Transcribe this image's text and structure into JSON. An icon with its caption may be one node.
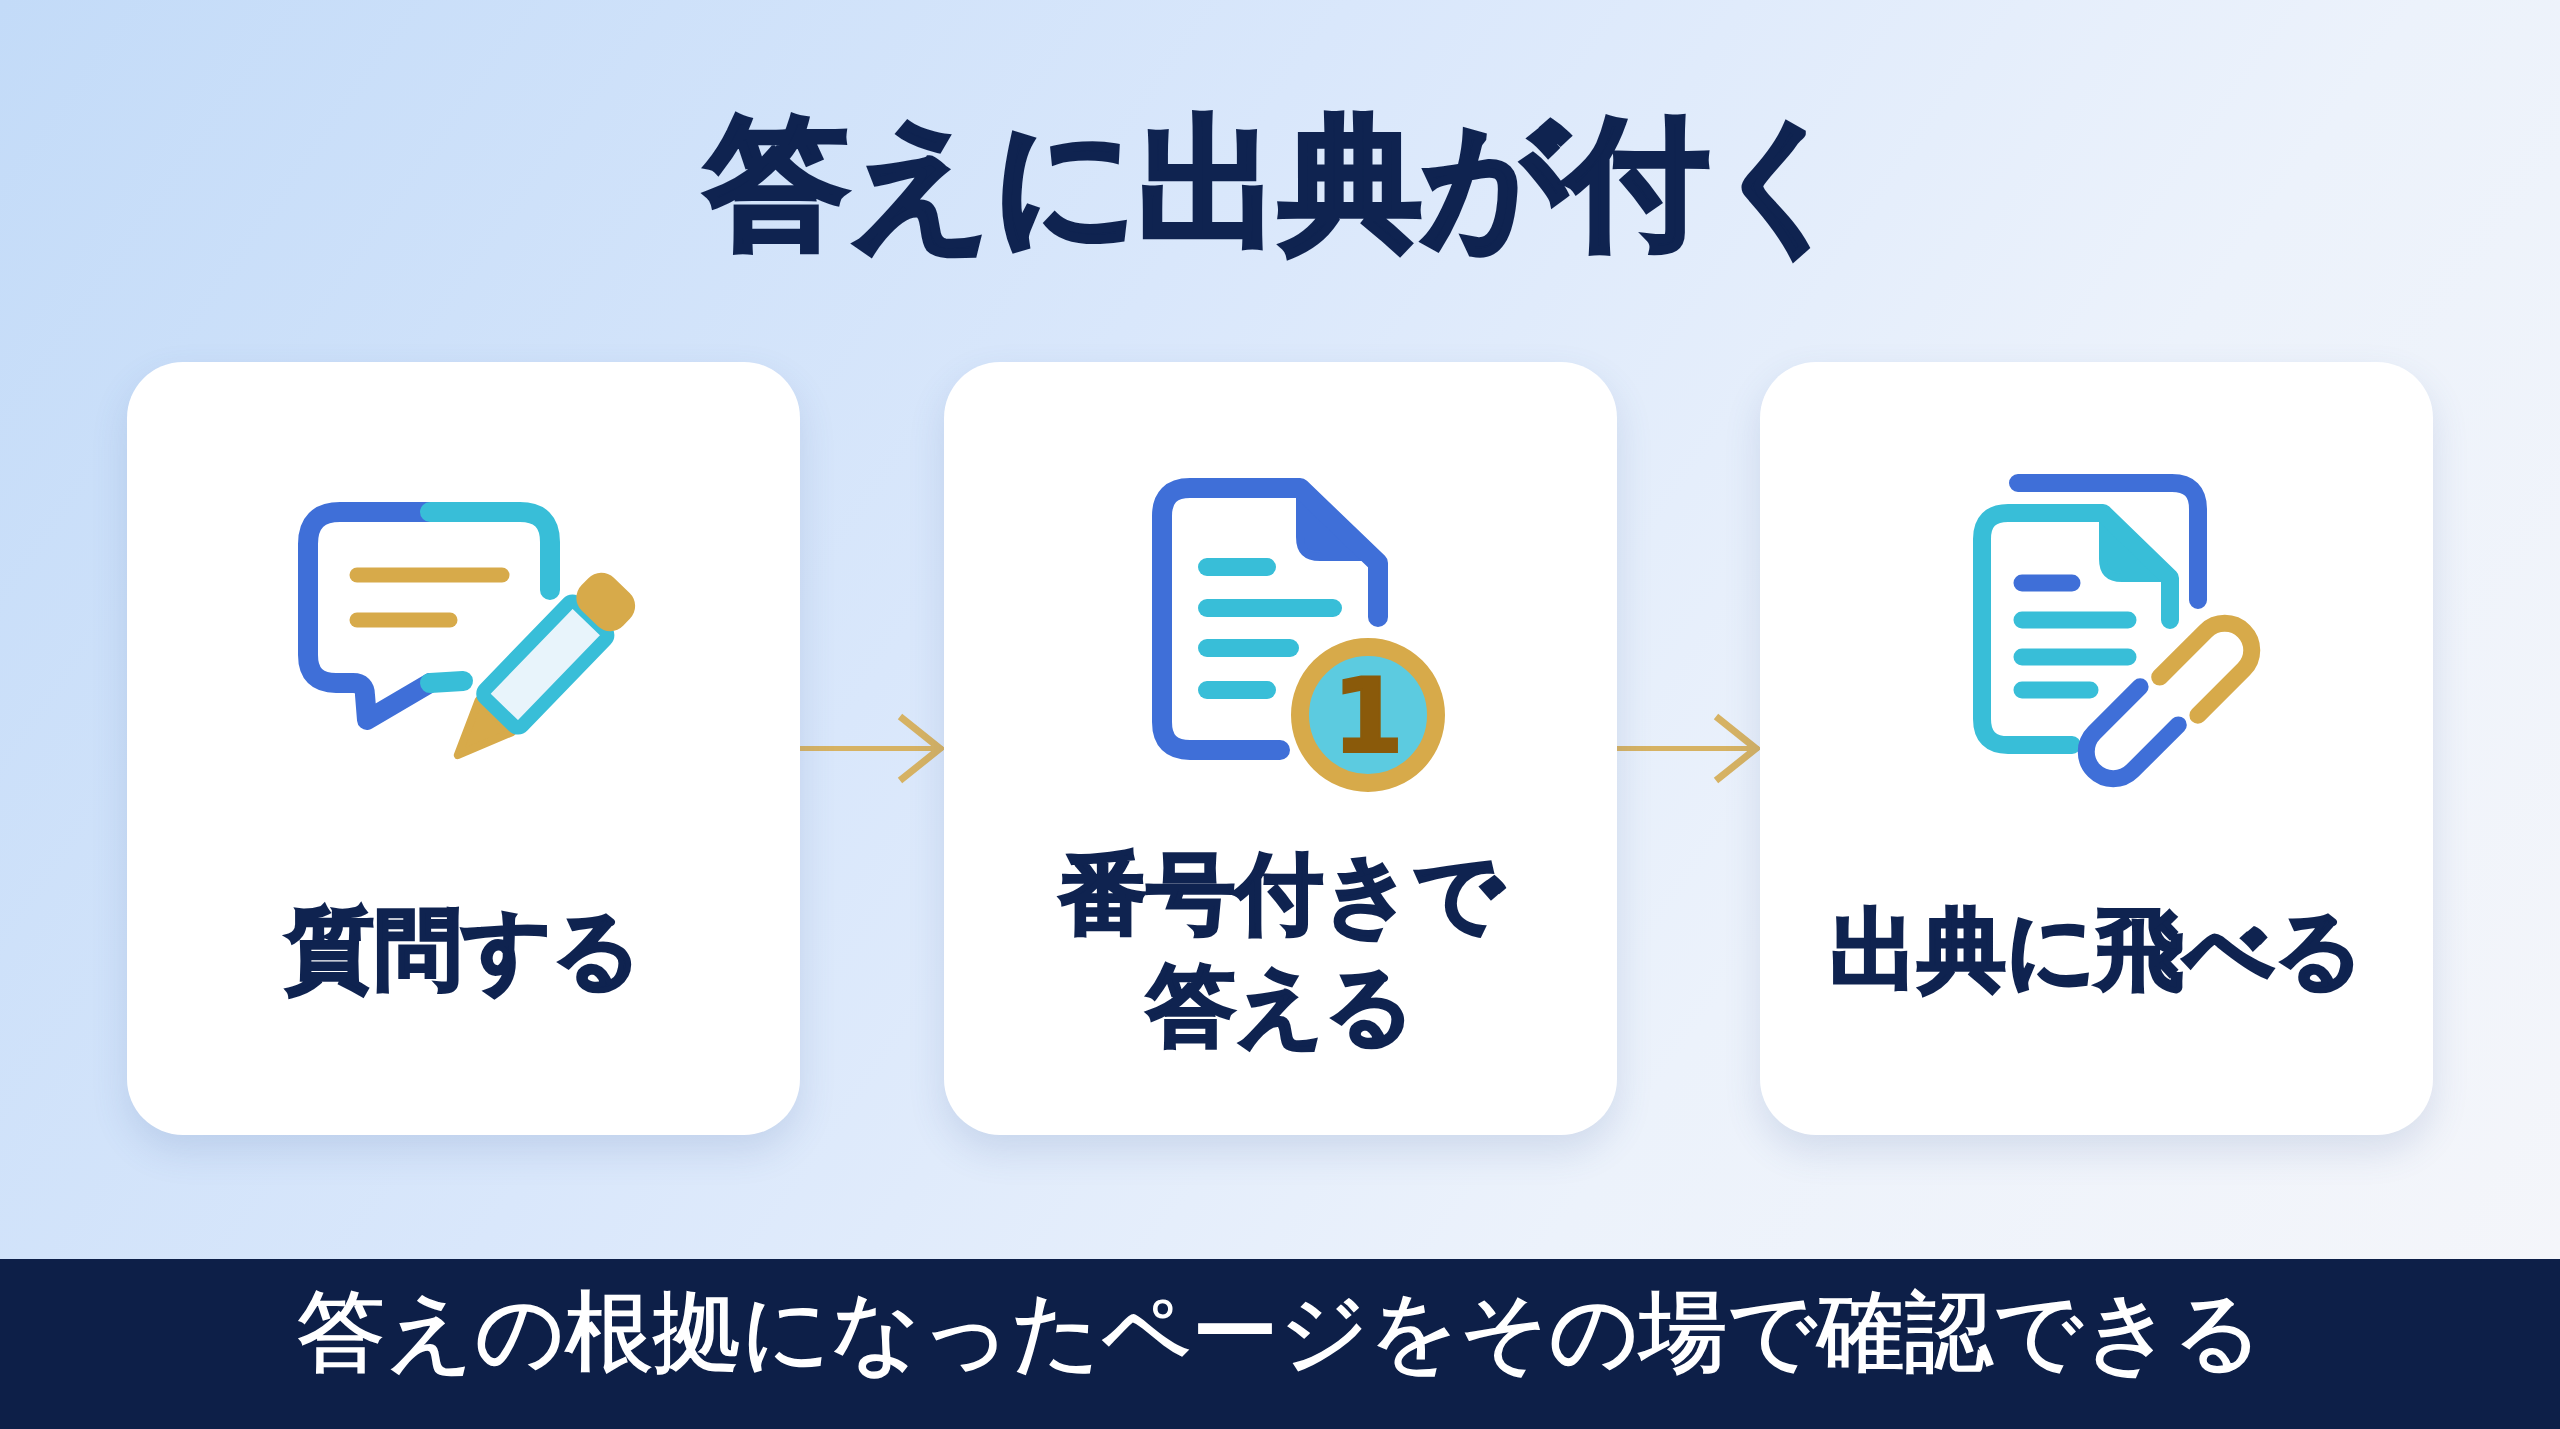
{
  "diagram": {
    "title": "答えに出典が付く",
    "nodes": [
      {
        "text": [
          "質問する"
        ]
      },
      {
        "text": [
          "番号付きで答える"
        ]
      },
      {
        "text": [
          "出典に飛べる"
        ]
      }
    ],
    "edges": [
      {
        "from": 0,
        "to": 1,
        "arrow": "to"
      },
      {
        "from": 1,
        "to": 2,
        "arrow": "to"
      }
    ],
    "labels": [
      "1"
    ],
    "caption": "答えの根拠になったページをその場で確認できる"
  }
}
